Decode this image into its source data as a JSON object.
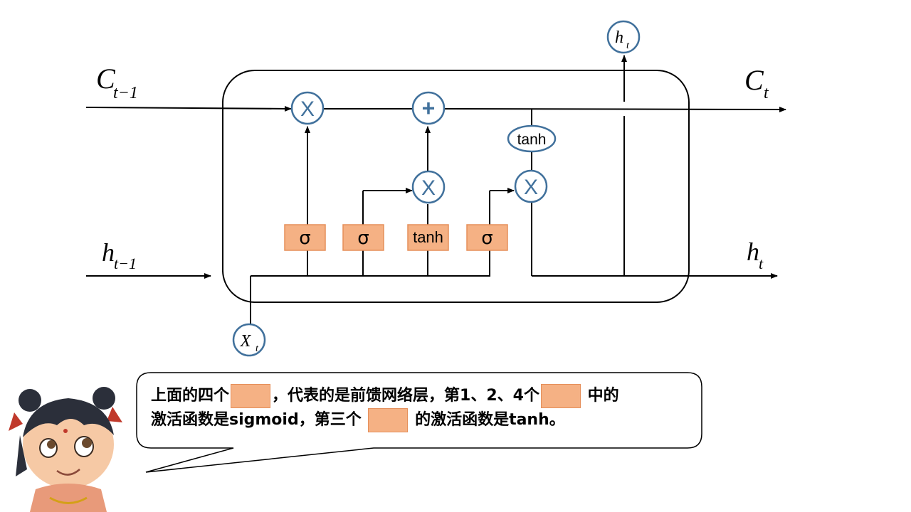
{
  "diagram": {
    "labels": {
      "c_prev": "C",
      "c_prev_sub": "t−1",
      "c_next": "C",
      "c_next_sub": "t",
      "h_prev": "h",
      "h_prev_sub": "t−1",
      "h_next": "h",
      "h_next_sub": "t",
      "h_out": "h",
      "h_out_sub": "t",
      "x_in": "X",
      "x_in_sub": "t"
    },
    "operators": {
      "forget_mult": "X",
      "add": "+",
      "input_mult": "X",
      "output_mult": "X",
      "tanh_cell": "tanh"
    },
    "gates": [
      "σ",
      "σ",
      "tanh",
      "σ"
    ],
    "colors": {
      "gate_fill": "#f5b184",
      "gate_border": "#e58f5a",
      "circle_border": "#41719c",
      "line": "#000000"
    }
  },
  "caption": {
    "p1": "上面的四个",
    "p2": "，代表的是前馈网络层，第1、2、4个",
    "p3": "中的",
    "p4": "激活函数是sigmoid，第三个",
    "p5": "的激活函数是tanh。"
  },
  "character": "nezha-avatar"
}
